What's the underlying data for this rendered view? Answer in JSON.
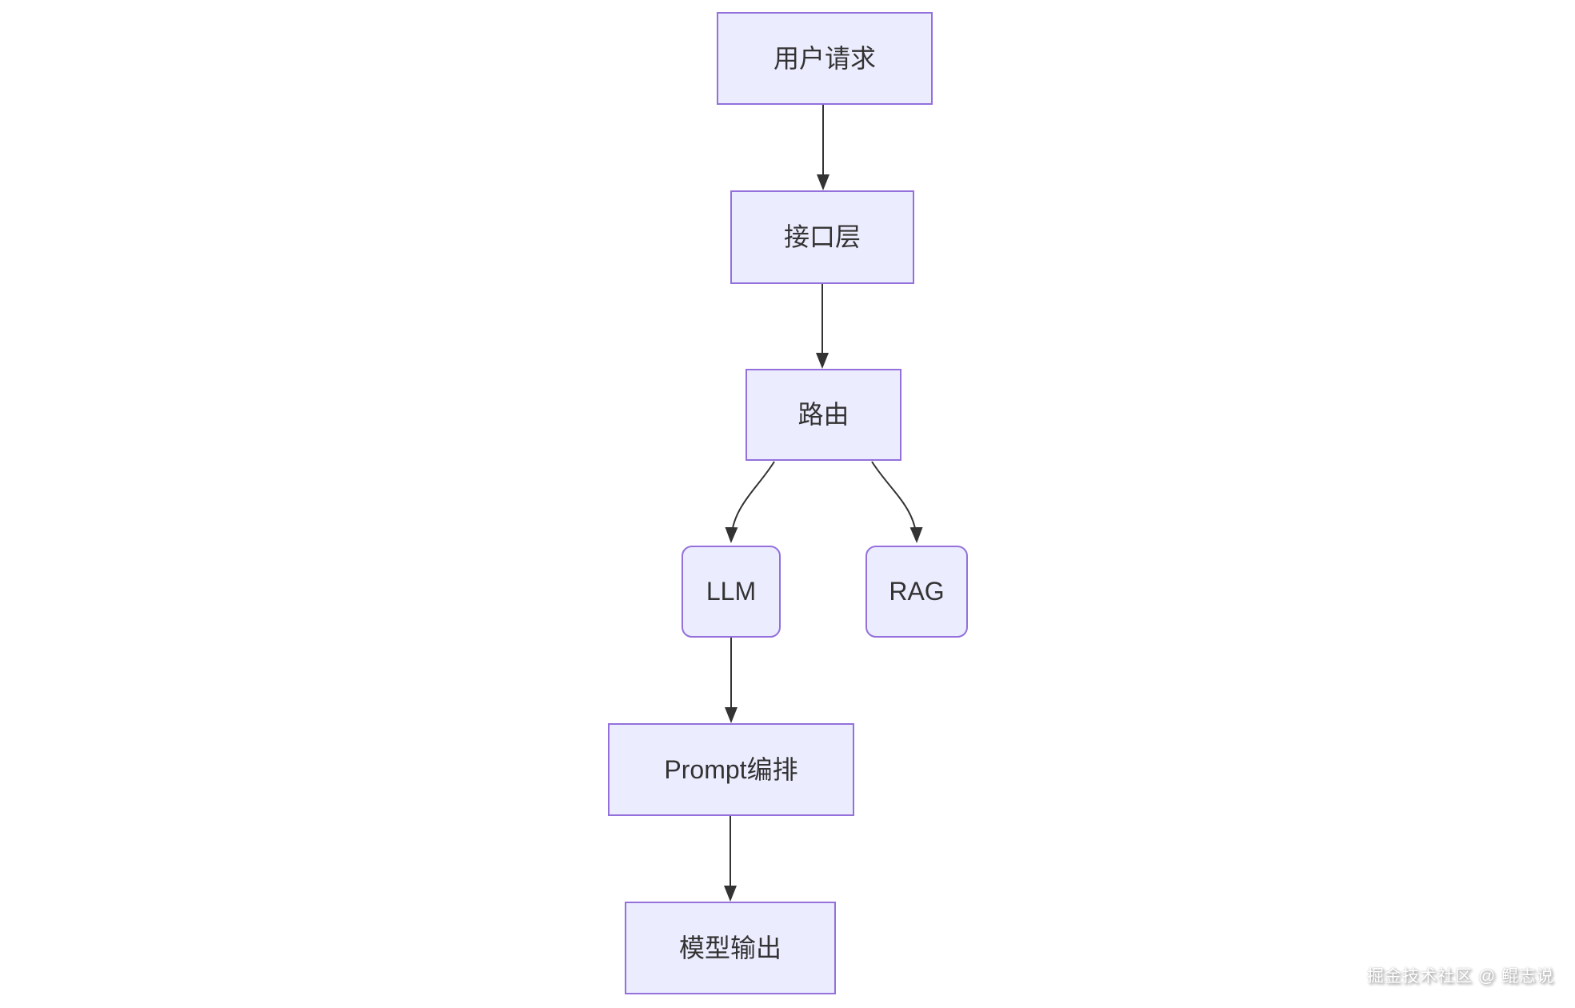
{
  "diagram": {
    "nodes": [
      {
        "id": "user-request",
        "label": "用户请求",
        "shape": "rect"
      },
      {
        "id": "interface-layer",
        "label": "接口层",
        "shape": "rect"
      },
      {
        "id": "router",
        "label": "路由",
        "shape": "rect"
      },
      {
        "id": "llm",
        "label": "LLM",
        "shape": "rounded"
      },
      {
        "id": "rag",
        "label": "RAG",
        "shape": "rounded"
      },
      {
        "id": "prompt-orchestration",
        "label": "Prompt编排",
        "shape": "rect"
      },
      {
        "id": "model-output",
        "label": "模型输出",
        "shape": "rect"
      }
    ],
    "edges": [
      {
        "from": "user-request",
        "to": "interface-layer"
      },
      {
        "from": "interface-layer",
        "to": "router"
      },
      {
        "from": "router",
        "to": "llm"
      },
      {
        "from": "router",
        "to": "rag"
      },
      {
        "from": "llm",
        "to": "prompt-orchestration"
      },
      {
        "from": "prompt-orchestration",
        "to": "model-output"
      }
    ],
    "colors": {
      "node_fill": "#ECECFF",
      "node_stroke": "#9370DB",
      "edge": "#333333",
      "text": "#333333"
    }
  },
  "watermark": {
    "text": "掘金技术社区 @ 鲲志说"
  }
}
